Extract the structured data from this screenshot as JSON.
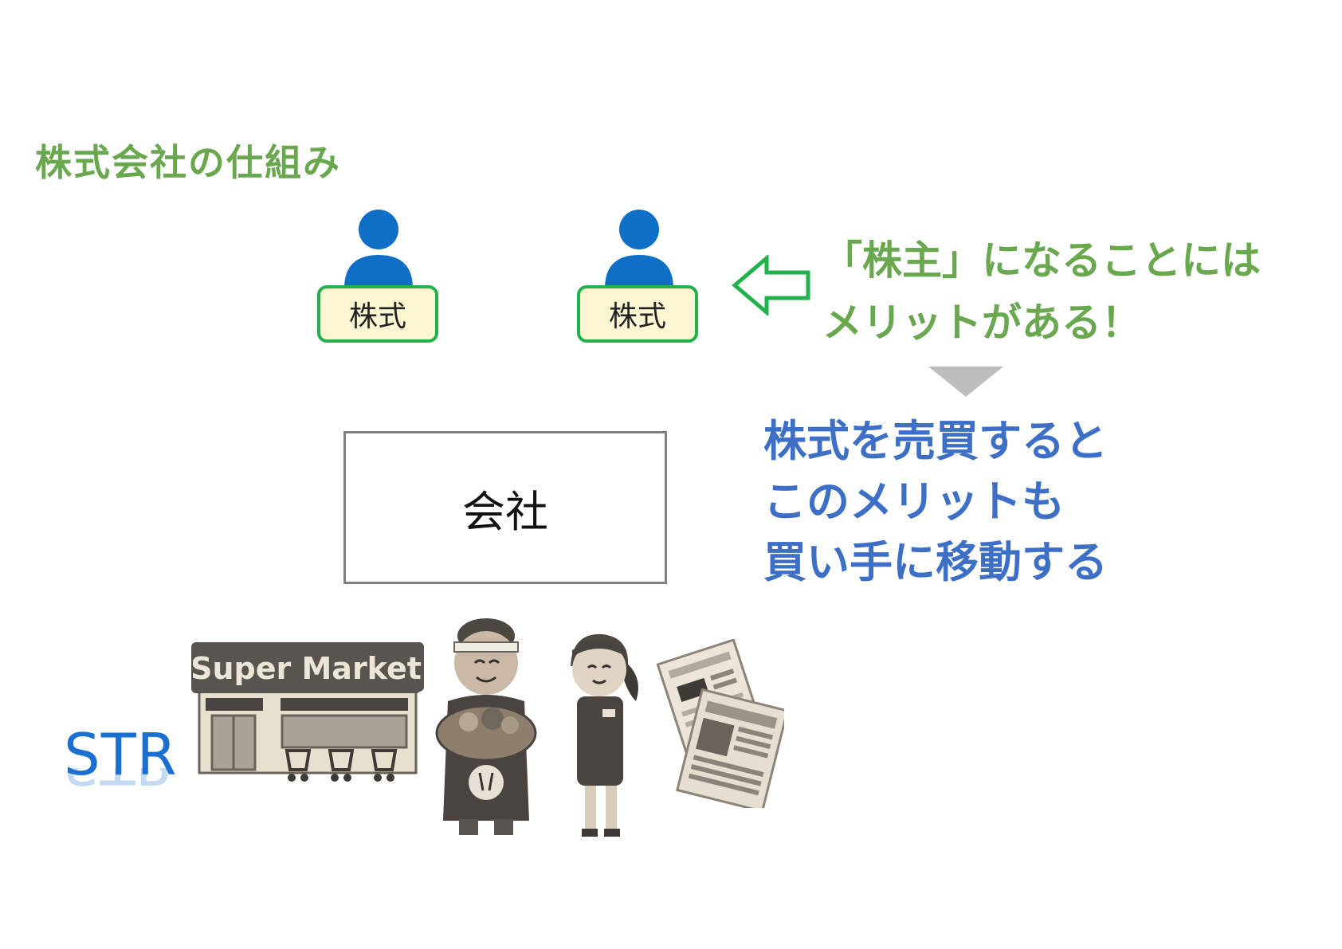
{
  "title": "株式会社の仕組み",
  "shareholders": [
    {
      "label": "株式"
    },
    {
      "label": "株式"
    }
  ],
  "merit": {
    "line1": "「株主」になることには",
    "line2": "メリットがある！"
  },
  "transfer": {
    "line1": "株式を売買すると",
    "line2": "このメリットも",
    "line3": "買い手に移動する"
  },
  "company": {
    "label": "会社"
  },
  "str_label": "STR",
  "market_sign": "Super Market",
  "colors": {
    "title_green": "#6aa84f",
    "person_blue": "#0f6fc6",
    "box_border": "#22b14c",
    "box_fill": "#fdf6d3",
    "blue_text": "#3d6fc7",
    "str_blue": "#1a6fd0"
  }
}
